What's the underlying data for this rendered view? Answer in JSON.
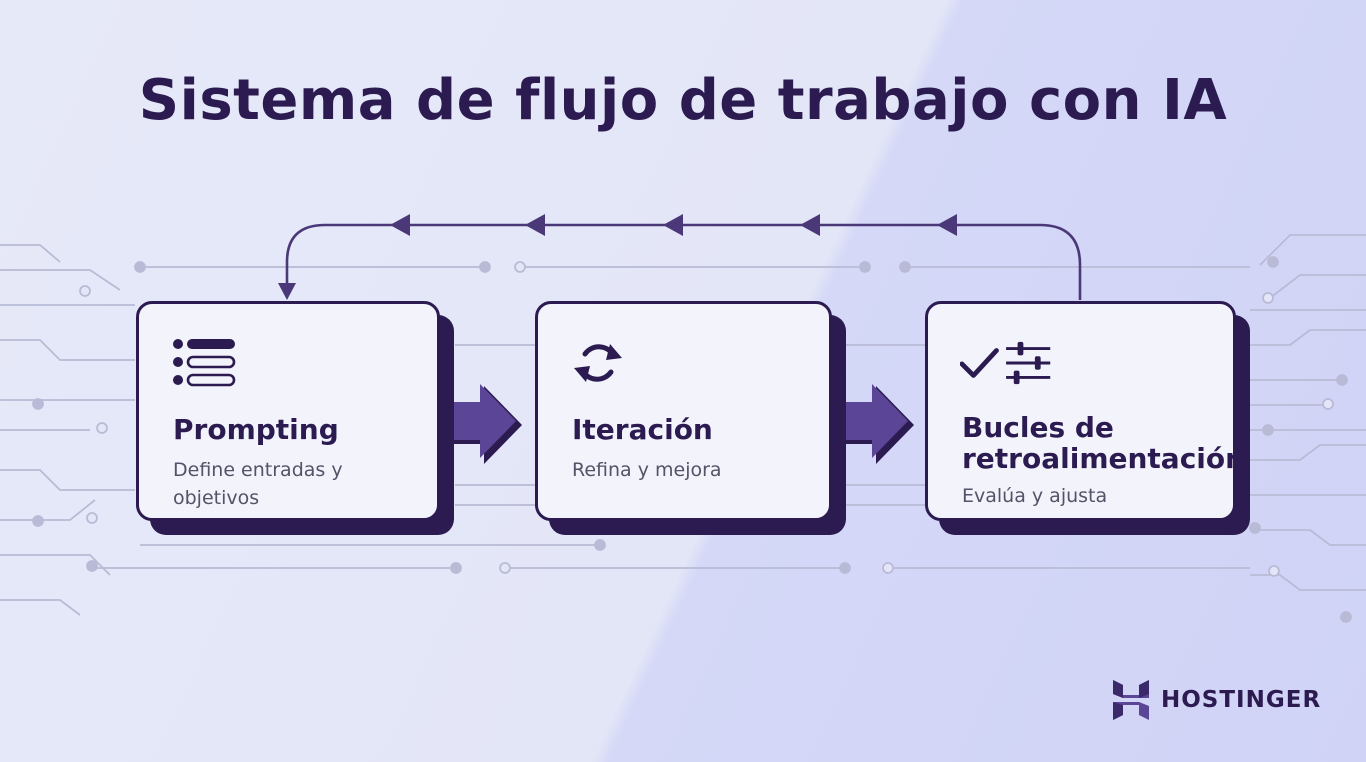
{
  "title": "Sistema de flujo de trabajo con IA",
  "steps": [
    {
      "icon": "list-icon",
      "title": "Prompting",
      "description": "Define entradas y objetivos"
    },
    {
      "icon": "refresh-icon",
      "title": "Iteración",
      "description": "Refina y mejora"
    },
    {
      "icon": "check-sliders-icon",
      "title": "Bucles de retroalimentación",
      "description": "Evalúa y ajusta"
    }
  ],
  "brand": {
    "name": "HOSTINGER"
  },
  "colors": {
    "primary": "#2b1b50",
    "accent": "#5a4596",
    "card": "#f2f3fb",
    "circuit": "#b9bbd6"
  }
}
